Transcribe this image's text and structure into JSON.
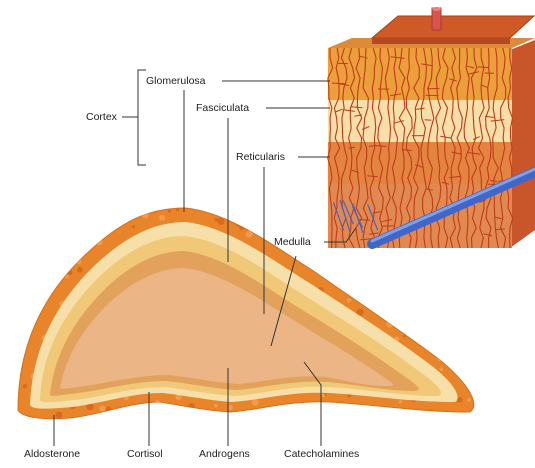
{
  "labels": {
    "cortex": "Cortex",
    "glomerulosa": "Glomerulosa",
    "fasciculata": "Fasciculata",
    "reticularis": "Reticularis",
    "medulla": "Medulla",
    "aldosterone": "Aldosterone",
    "cortisol": "Cortisol",
    "androgens": "Androgens",
    "catecholamines": "Catecholamines"
  },
  "colors": {
    "glomerulosa": "#e8842a",
    "fasciculata_pale": "#f6dfa8",
    "fasciculata": "#f0c878",
    "reticularis": "#e3a25c",
    "medulla": "#ecb586",
    "vessel_red": "#c13a18",
    "vein_blue": "#3f66c8",
    "capsule_top": "#cf5a26"
  }
}
